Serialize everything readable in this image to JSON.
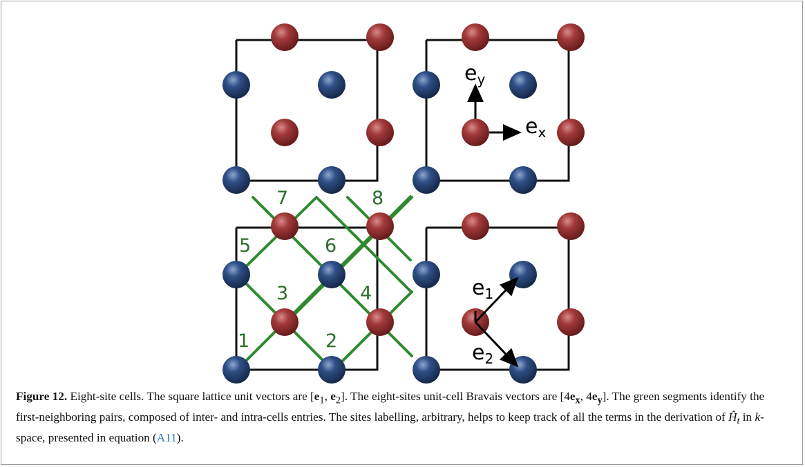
{
  "figure": {
    "site_labels": [
      "1",
      "2",
      "3",
      "4",
      "5",
      "6",
      "7",
      "8"
    ],
    "vector_labels": {
      "ey": {
        "base": "e",
        "sub": "y"
      },
      "ex": {
        "base": "e",
        "sub": "x"
      },
      "e1": {
        "base": "e",
        "sub": "1"
      },
      "e2": {
        "base": "e",
        "sub": "2"
      }
    },
    "colors": {
      "red_site": "#8b2a2a",
      "blue_site": "#243d6b",
      "bond": "#2f8a2f",
      "label_green": "#2c6e2c",
      "cell_line": "#111111"
    }
  },
  "caption": {
    "label": "Figure 12.",
    "t1": " Eight-site cells. The square lattice unit vectors are [",
    "e1": "e",
    "sub1": "1",
    "sep": ", ",
    "e2": "e",
    "sub2": "2",
    "t2": "]. The eight-sites unit-cell Bravais vectors are [4",
    "ex": "e",
    "subx": "x",
    "t3": ", 4",
    "ey": "e",
    "suby": "y",
    "t4": "]. The green segments identify the first-neighboring pairs, composed of inter- and intra-cells entries. The sites labelling, arbitrary, helps to keep track of all the terms in the derivation of ",
    "H": "Ĥ",
    "Hsub": "t",
    "t5": " in ",
    "k": "k",
    "t6": "-space, presented in equation (",
    "ref": "A11",
    "t7": ")."
  }
}
